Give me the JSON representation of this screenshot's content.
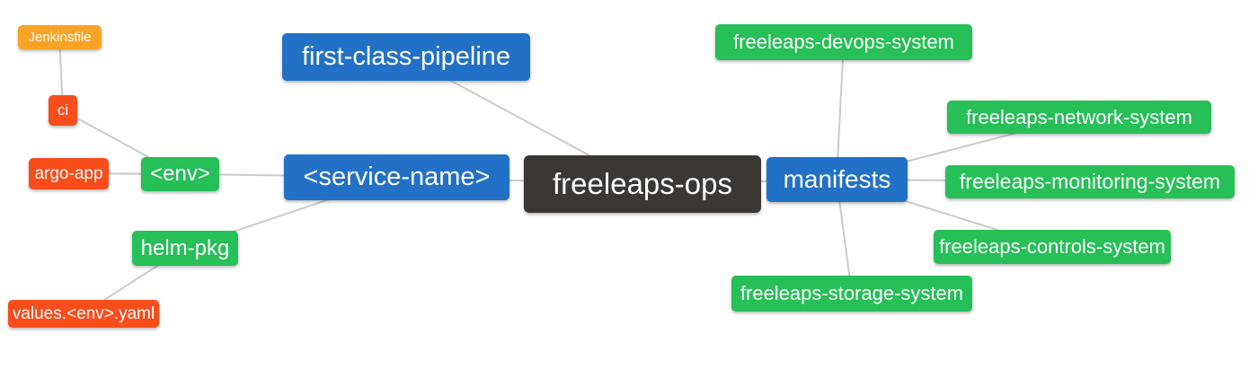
{
  "diagram": {
    "type": "mindmap",
    "palette": {
      "blue": "#2271c6",
      "green": "#26bf58",
      "orange": "#f9a426",
      "red": "#f94d1c",
      "dark": "#3b3734",
      "edge": "#cbcbcb",
      "text": "#ffffff",
      "background": "#ffffff"
    },
    "nodes": [
      {
        "id": "jenkinsfile",
        "label": "Jenkinsfile",
        "color": "orange",
        "level": 4
      },
      {
        "id": "ci",
        "label": "ci",
        "color": "red",
        "level": 3
      },
      {
        "id": "argo-app",
        "label": "argo-app",
        "color": "red",
        "level": 3
      },
      {
        "id": "env",
        "label": "<env>",
        "color": "green",
        "level": 2
      },
      {
        "id": "helm-pkg",
        "label": "helm-pkg",
        "color": "green",
        "level": 2
      },
      {
        "id": "values-env-yaml",
        "label": "values.<env>.yaml",
        "color": "red",
        "level": 3
      },
      {
        "id": "first-class-pipeline",
        "label": "first-class-pipeline",
        "color": "blue",
        "level": 1
      },
      {
        "id": "service-name",
        "label": "<service-name>",
        "color": "blue",
        "level": 1
      },
      {
        "id": "freeleaps-ops",
        "label": "freeleaps-ops",
        "color": "dark",
        "level": 0
      },
      {
        "id": "manifests",
        "label": "manifests",
        "color": "blue",
        "level": 1
      },
      {
        "id": "freeleaps-devops-system",
        "label": "freeleaps-devops-system",
        "color": "green",
        "level": 2
      },
      {
        "id": "freeleaps-network-system",
        "label": "freeleaps-network-system",
        "color": "green",
        "level": 2
      },
      {
        "id": "freeleaps-monitoring-system",
        "label": "freeleaps-monitoring-system",
        "color": "green",
        "level": 2
      },
      {
        "id": "freeleaps-controls-system",
        "label": "freeleaps-controls-system",
        "color": "green",
        "level": 2
      },
      {
        "id": "freeleaps-storage-system",
        "label": "freeleaps-storage-system",
        "color": "green",
        "level": 2
      }
    ],
    "edges": [
      [
        "jenkinsfile",
        "ci"
      ],
      [
        "ci",
        "env"
      ],
      [
        "argo-app",
        "env"
      ],
      [
        "env",
        "service-name"
      ],
      [
        "helm-pkg",
        "service-name"
      ],
      [
        "values-env-yaml",
        "helm-pkg"
      ],
      [
        "first-class-pipeline",
        "freeleaps-ops"
      ],
      [
        "service-name",
        "freeleaps-ops"
      ],
      [
        "freeleaps-ops",
        "manifests"
      ],
      [
        "manifests",
        "freeleaps-devops-system"
      ],
      [
        "manifests",
        "freeleaps-network-system"
      ],
      [
        "manifests",
        "freeleaps-monitoring-system"
      ],
      [
        "manifests",
        "freeleaps-controls-system"
      ],
      [
        "manifests",
        "freeleaps-storage-system"
      ]
    ]
  }
}
